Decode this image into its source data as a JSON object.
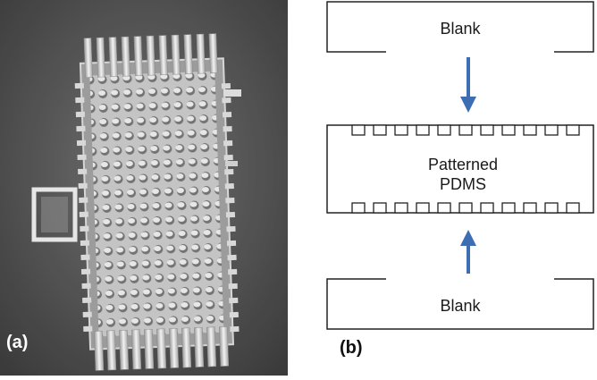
{
  "panel_a": {
    "label": "(a)"
  },
  "panel_b": {
    "label": "(b)",
    "top_block": {
      "text": "Blank"
    },
    "middle_block": {
      "line1": "Patterned",
      "line2": "PDMS"
    },
    "bottom_block": {
      "text": "Blank"
    },
    "arrow_color": "#3d6db3"
  }
}
